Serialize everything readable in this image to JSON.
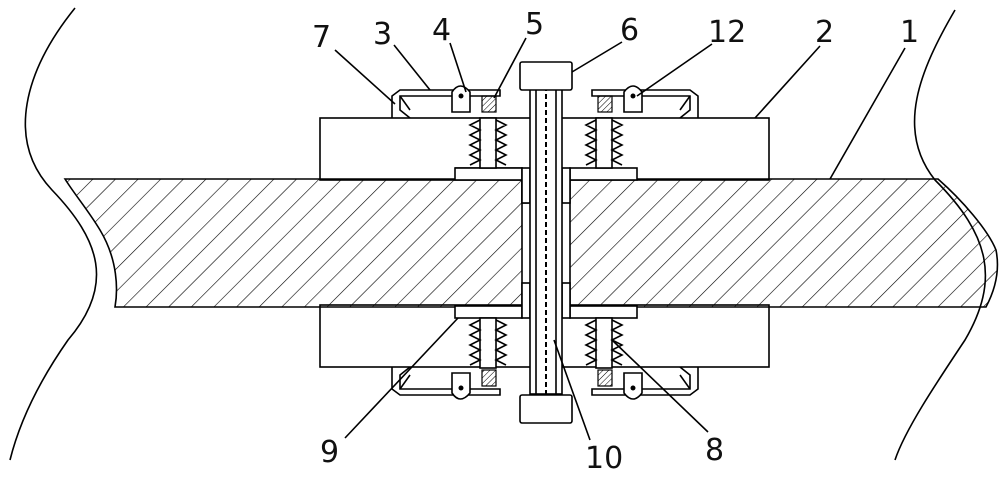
{
  "labels": {
    "l1": "1",
    "l2": "2",
    "l3": "3",
    "l4": "4",
    "l5": "5",
    "l6": "6",
    "l7": "7",
    "l8": "8",
    "l9": "9",
    "l10": "10",
    "l12": "12"
  },
  "colors": {
    "line": "#000000",
    "background": "#ffffff",
    "rod_fill": "#ffffff",
    "spring_fill": "#555555"
  }
}
